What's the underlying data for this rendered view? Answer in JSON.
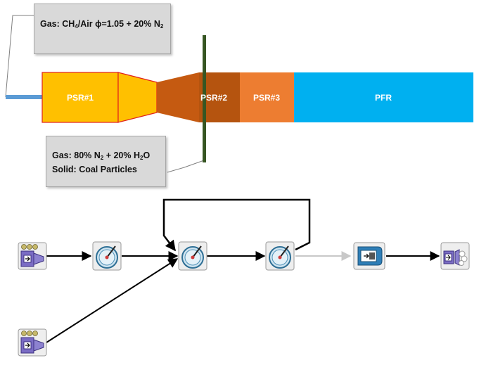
{
  "top_note": {
    "prefix": "Gas: CH",
    "sub1": "4",
    "mid": "/Air ϕ=1.05 + 20% N",
    "sub2": "2"
  },
  "bottom_note": {
    "line1_prefix": "Gas: 80% N",
    "line1_sub": "2",
    "line1_suffix": " + 20% H",
    "line1_sub2": "2",
    "line1_end": "O",
    "line2": "Solid: Coal Particles"
  },
  "reactor": {
    "segments": [
      "PSR#1",
      "PSR#2",
      "PSR#3",
      "PFR"
    ],
    "colors": {
      "psr1": "#ffc000",
      "psr1_border": "#e0201b",
      "nozzle": "#c55a11",
      "psr2": "#b5540f",
      "psr3": "#ed7d31",
      "pfr": "#00b0f0",
      "injector": "#375623",
      "inlet_pipe": "#5b9bd5"
    }
  },
  "network": {
    "nodes": [
      {
        "id": "inlet-1",
        "icon": "gas-inlet-icon"
      },
      {
        "id": "psr-1",
        "icon": "psr-reactor-icon"
      },
      {
        "id": "psr-2",
        "icon": "psr-reactor-icon"
      },
      {
        "id": "psr-3",
        "icon": "psr-reactor-icon"
      },
      {
        "id": "pfr",
        "icon": "pfr-reactor-icon"
      },
      {
        "id": "outlet",
        "icon": "exhaust-outlet-icon"
      },
      {
        "id": "inlet-2",
        "icon": "gas-inlet-icon"
      }
    ]
  }
}
